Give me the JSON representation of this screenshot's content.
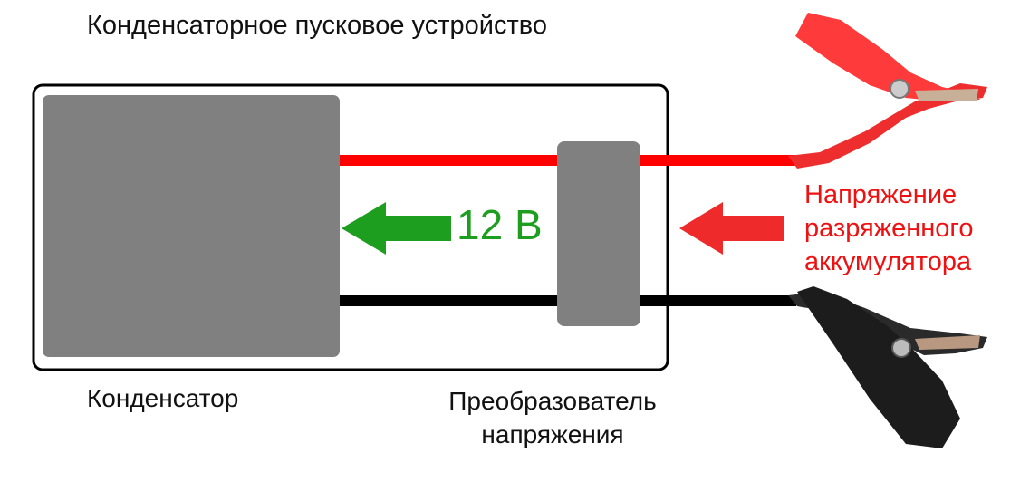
{
  "title": "Конденсаторное пусковое устройство",
  "labels": {
    "capacitor": "Конденсатор",
    "converter_line1": "Преобразователь",
    "converter_line2": "напряжения",
    "voltage": "12 В",
    "battery_line1": "Напряжение",
    "battery_line2": "разряженного",
    "battery_line3": "аккумулятора"
  },
  "colors": {
    "positive_wire": "#ff0000",
    "negative_wire": "#000000",
    "block_fill": "#808080",
    "output_arrow": "#1e9e1e",
    "input_arrow": "#ee2a2a",
    "red_clamp": "#ee2e2e",
    "black_clamp": "#1c1c1c"
  },
  "icons": [
    "green-arrow-left-icon",
    "red-arrow-left-icon",
    "red-alligator-clip-icon",
    "black-alligator-clip-icon"
  ]
}
